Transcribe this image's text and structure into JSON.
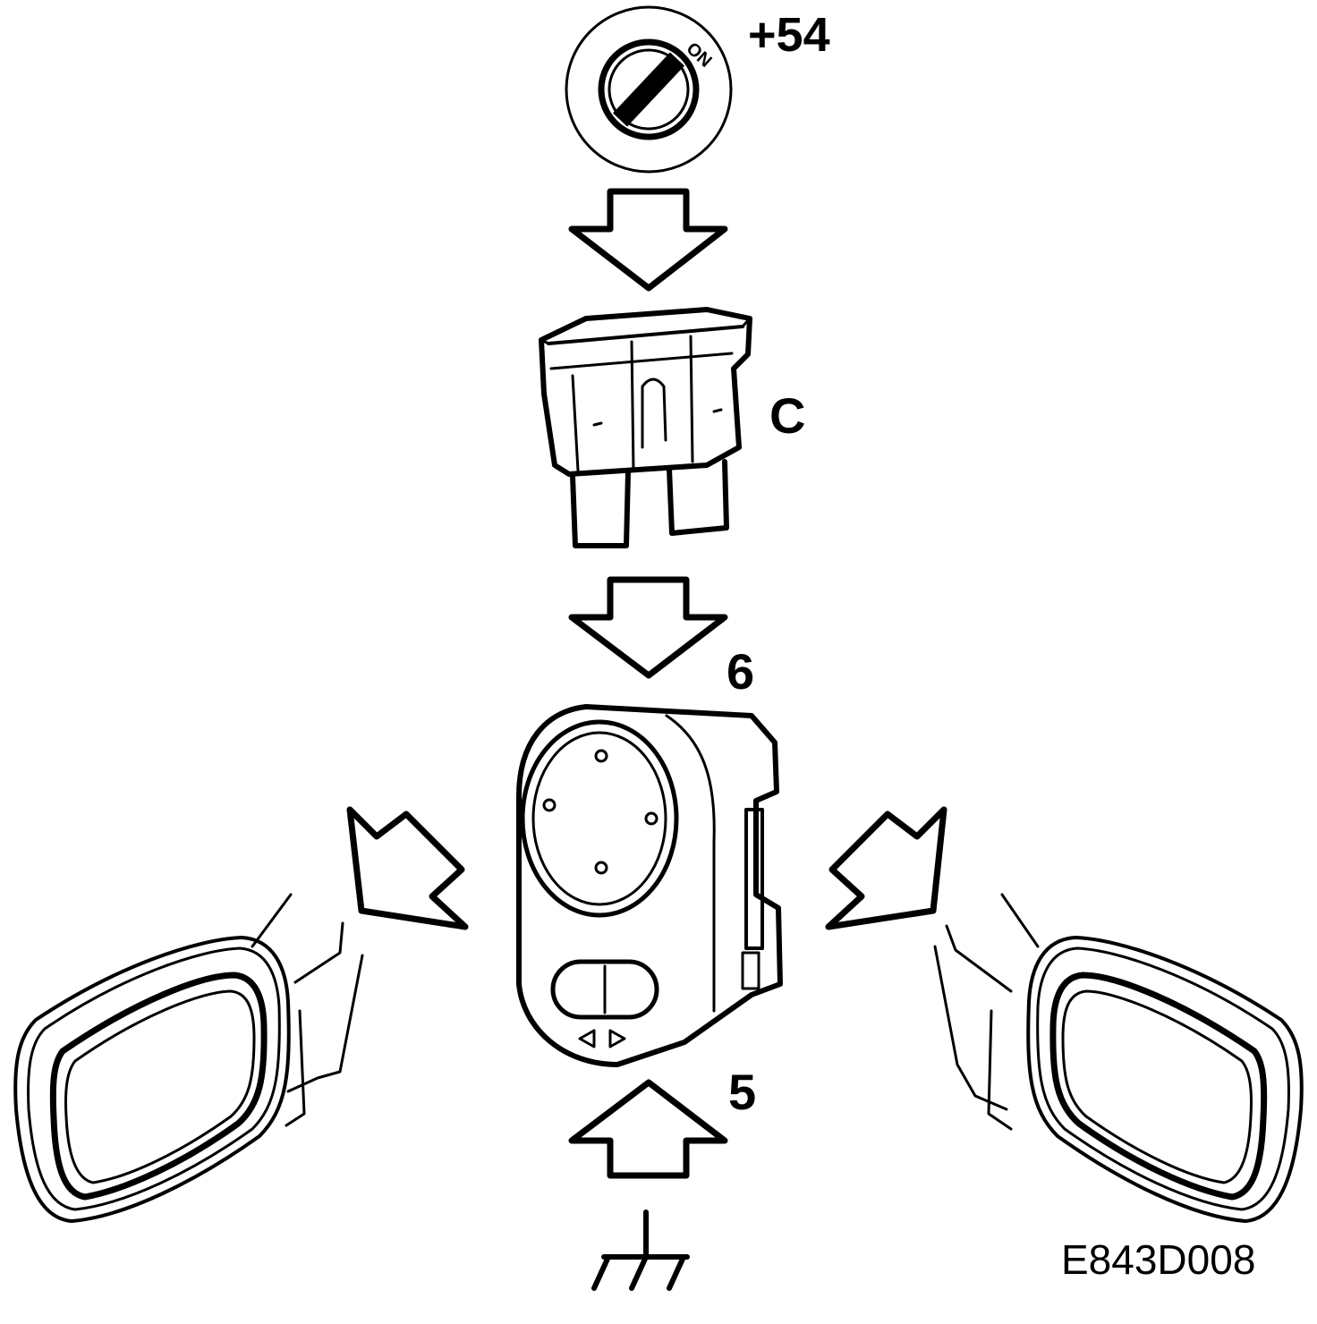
{
  "diagram": {
    "supply_label": "+54",
    "ignition_switch_text": "ON",
    "fuse_label": "C",
    "switch_supply_pin": "6",
    "switch_ground_pin": "5",
    "reference_code": "E843D008"
  },
  "icons": {
    "ignition": "ignition-switch-icon",
    "fuse": "blade-fuse-icon",
    "mirror_switch": "mirror-control-switch-icon",
    "mirror_left": "door-mirror-left-icon",
    "mirror_right": "door-mirror-right-icon",
    "ground": "ground-symbol-icon",
    "arrow": "flow-arrow-icon"
  },
  "colors": {
    "ink": "#000000",
    "paper": "#ffffff"
  }
}
